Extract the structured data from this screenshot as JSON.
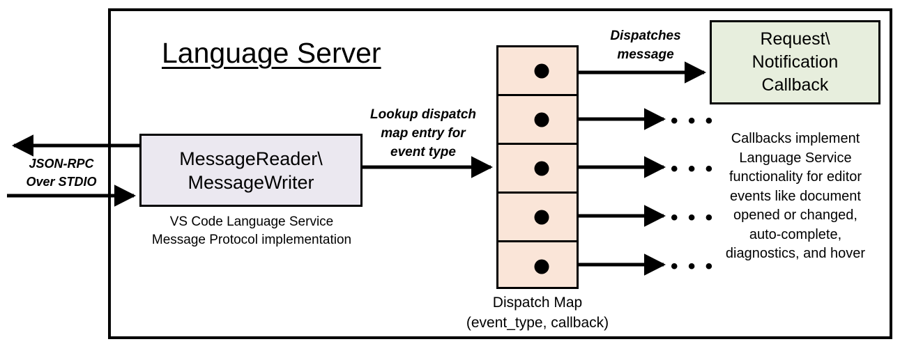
{
  "diagram": {
    "title": "Language Server",
    "external_channel": {
      "label": "JSON-RPC\nOver STDIO",
      "line1": "JSON-RPC",
      "line2": "Over STDIO"
    },
    "message_io": {
      "title_line1": "MessageReader\\",
      "title_line2": "MessageWriter",
      "caption_line1": "VS Code Language Service",
      "caption_line2": "Message Protocol implementation",
      "fill_color": "#ebe8f0"
    },
    "lookup_edge": {
      "line1": "Lookup dispatch",
      "line2": "map entry for",
      "line3": "event type"
    },
    "dispatch_map": {
      "caption_line1": "Dispatch Map",
      "caption_line2": "(event_type, callback)",
      "fill_color": "#fae5d8",
      "row_count": 5,
      "rows": [
        {
          "id": "row-1",
          "target": "request-notification-callback"
        },
        {
          "id": "row-2",
          "target": "ellipsis"
        },
        {
          "id": "row-3",
          "target": "ellipsis"
        },
        {
          "id": "row-4",
          "target": "ellipsis"
        },
        {
          "id": "row-5",
          "target": "ellipsis"
        }
      ]
    },
    "dispatch_edge": {
      "line1": "Dispatches",
      "line2": "message"
    },
    "callback": {
      "title_line1": "Request\\",
      "title_line2": "Notification",
      "title_line3": "Callback",
      "fill_color": "#e7eedd",
      "caption_line1": "Callbacks implement",
      "caption_line2": "Language Service",
      "caption_line3": "functionality for editor",
      "caption_line4": "events like document",
      "caption_line5": "opened or changed,",
      "caption_line6": "auto-complete,",
      "caption_line7": "diagnostics, and hover"
    },
    "ellipsis_marks": [
      {
        "id": "ellipsis-1",
        "text": "•  •  •"
      },
      {
        "id": "ellipsis-2",
        "text": "•  •  •"
      },
      {
        "id": "ellipsis-3",
        "text": "•  •  •"
      },
      {
        "id": "ellipsis-4",
        "text": "•  •  •"
      }
    ]
  }
}
